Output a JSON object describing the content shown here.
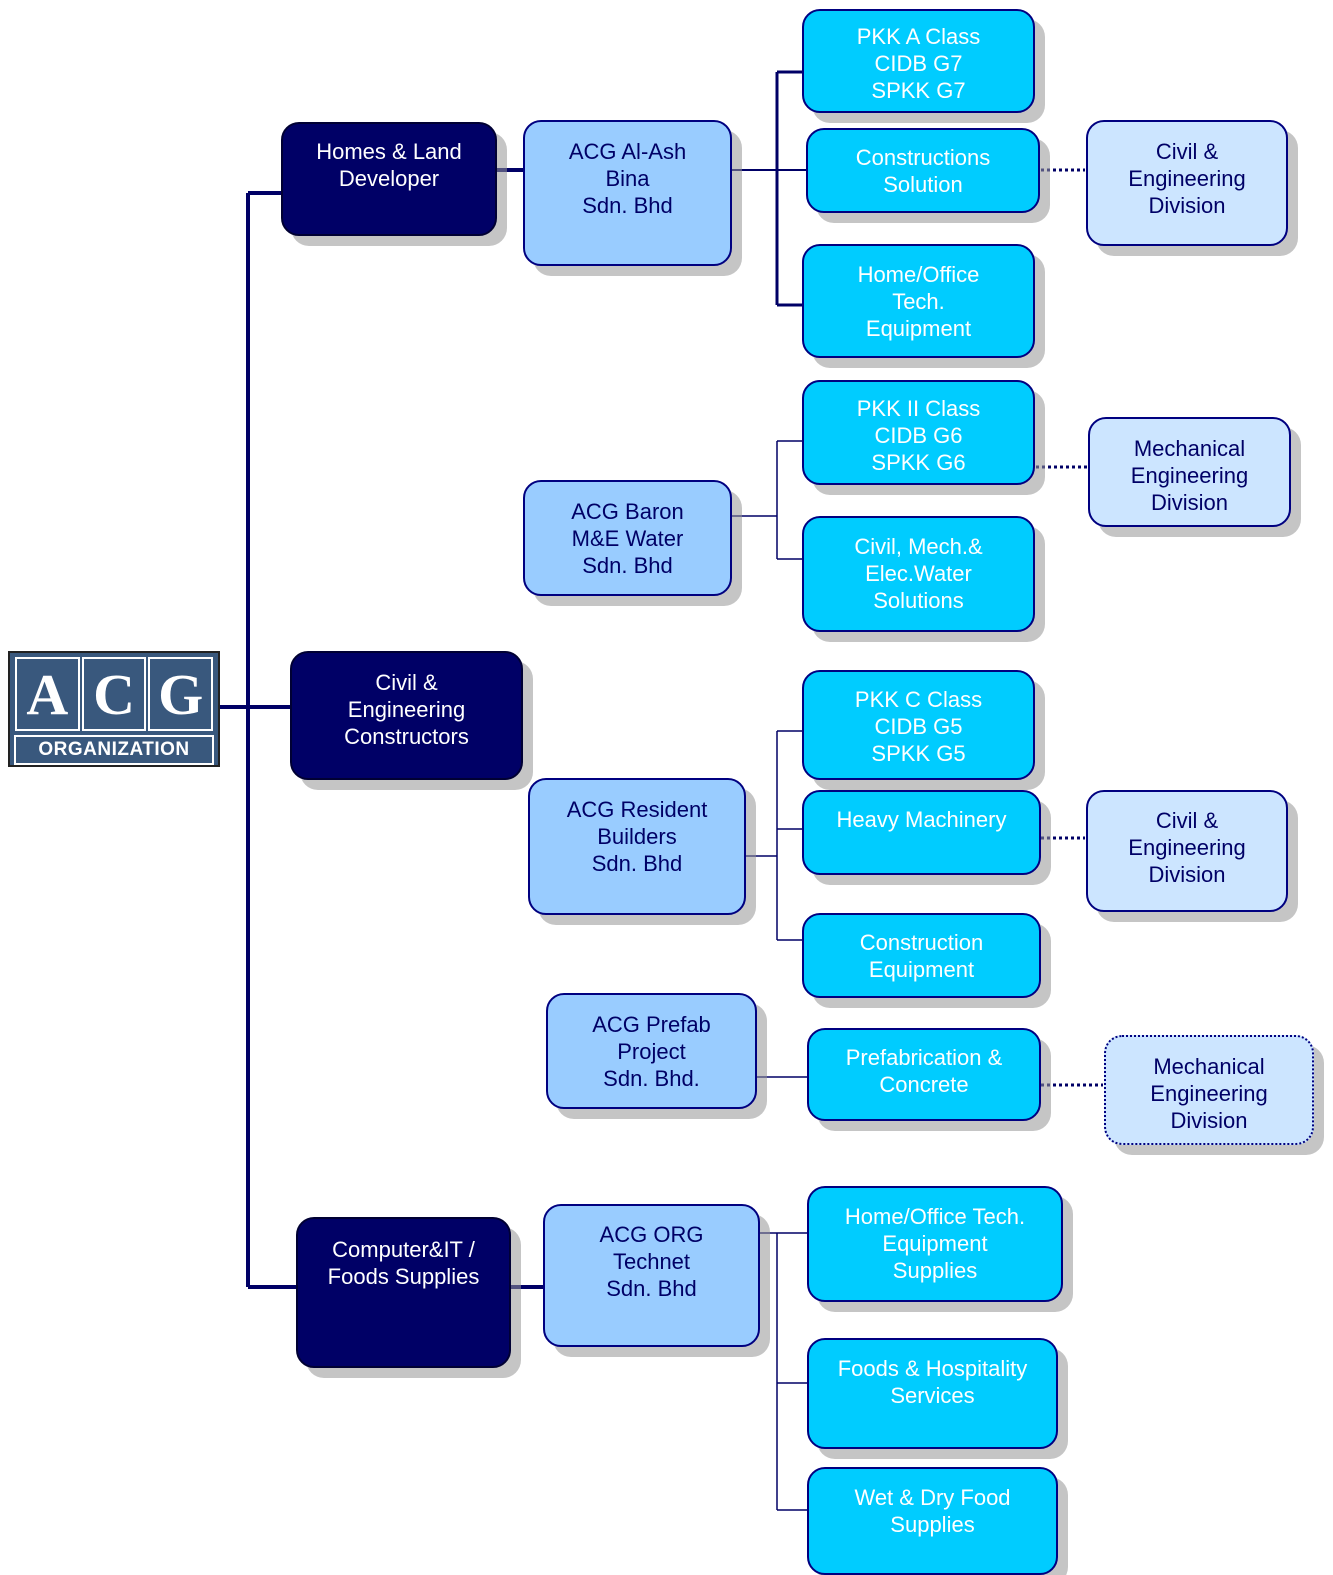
{
  "logo": {
    "letters": [
      "A",
      "C",
      "G"
    ],
    "subtitle": "ORGANIZATION"
  },
  "nodes": {
    "homes": "Homes & Land\nDeveloper",
    "civil_constructors": "Civil &\nEngineering\nConstructors",
    "computer_it": "Computer&IT /\nFoods Supplies",
    "alash": "ACG Al-Ash\nBina\nSdn. Bhd",
    "baron": "ACG Baron\nM&E Water\nSdn. Bhd",
    "resident": "ACG Resident\nBuilders\nSdn. Bhd",
    "prefab": "ACG Prefab\nProject\nSdn. Bhd.",
    "technet": "ACG ORG\nTechnet\nSdn. Bhd",
    "pkk_a": "PKK A Class\nCIDB G7\nSPKK G7",
    "constructions_solution": "Constructions\nSolution",
    "home_office_tech": "Home/Office\nTech.\nEquipment",
    "pkk_ii": "PKK II Class\nCIDB G6\nSPKK G6",
    "civil_mech_elec": "Civil, Mech.&\nElec.Water\nSolutions",
    "pkk_c": "PKK C Class\nCIDB G5\nSPKK G5",
    "heavy_machinery": "Heavy Machinery",
    "construction_equipment": "Construction\nEquipment",
    "prefabrication": "Prefabrication &\nConcrete",
    "home_office_supplies": "Home/Office Tech.\nEquipment\nSupplies",
    "foods_hospitality": "Foods & Hospitality\nServices",
    "wet_dry": "Wet & Dry Food\nSupplies",
    "div_civil_1": "Civil &\nEngineering\nDivision",
    "div_mech_1": "Mechanical\nEngineering\nDivision",
    "div_civil_2": "Civil &\nEngineering\nDivision",
    "div_mech_2": "Mechanical\nEngineering\nDivision"
  },
  "colors": {
    "sector": "#000066",
    "company": "#99ccff",
    "service": "#00ccff",
    "division": "#cce5ff",
    "connector": "#000066"
  }
}
